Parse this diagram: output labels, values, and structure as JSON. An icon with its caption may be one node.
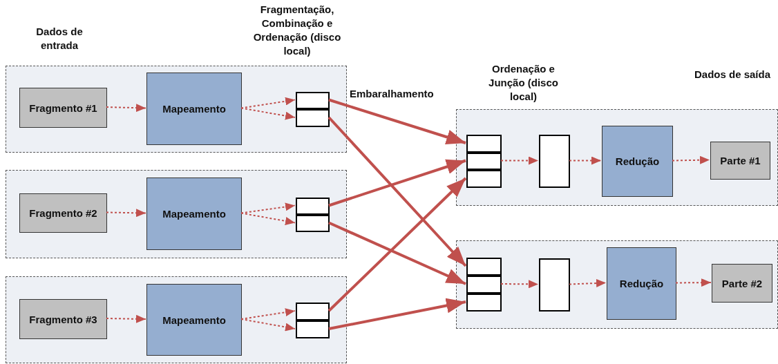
{
  "diagram": {
    "nodes": [
      {
        "text": [],
        "shape": "box"
      },
      {
        "text": [
          "Fragmento #1"
        ],
        "in": 0
      },
      {
        "text": [
          "Mapeamento"
        ],
        "in": 0
      },
      {
        "text": [],
        "shape": "box",
        "in": 0
      },
      {
        "text": [],
        "shape": "box",
        "in": 0
      },
      {
        "text": [],
        "shape": "box"
      },
      {
        "text": [
          "Fragmento #2"
        ],
        "in": 5
      },
      {
        "text": [
          "Mapeamento"
        ],
        "in": 5
      },
      {
        "text": [],
        "shape": "box",
        "in": 5
      },
      {
        "text": [],
        "shape": "box",
        "in": 5
      },
      {
        "text": [],
        "shape": "box"
      },
      {
        "text": [
          "Fragmento #3"
        ],
        "in": 10
      },
      {
        "text": [
          "Mapeamento"
        ],
        "in": 10
      },
      {
        "text": [],
        "shape": "box",
        "in": 10
      },
      {
        "text": [],
        "shape": "box",
        "in": 10
      },
      {
        "text": [],
        "shape": "box"
      },
      {
        "text": [],
        "shape": "box",
        "in": 15
      },
      {
        "text": [],
        "shape": "box",
        "in": 15
      },
      {
        "text": [],
        "shape": "box",
        "in": 15
      },
      {
        "text": [],
        "shape": "box",
        "in": 15
      },
      {
        "text": [
          "Redução"
        ],
        "in": 15
      },
      {
        "text": [
          "Parte #1"
        ],
        "in": 15
      },
      {
        "text": [],
        "shape": "box"
      },
      {
        "text": [],
        "shape": "box",
        "in": 22
      },
      {
        "text": [],
        "shape": "box",
        "in": 22
      },
      {
        "text": [],
        "shape": "box",
        "in": 22
      },
      {
        "text": [],
        "shape": "box",
        "in": 22
      },
      {
        "text": [
          "Redução"
        ],
        "in": 22
      },
      {
        "text": [
          "Parte #2"
        ],
        "in": 22
      }
    ],
    "edges": [
      {
        "from": 1,
        "to": 2,
        "arrow": "to",
        "style": "dashed"
      },
      {
        "from": 2,
        "to": 3,
        "arrow": "to",
        "style": "dashed"
      },
      {
        "from": 2,
        "to": 4,
        "arrow": "to",
        "style": "dashed"
      },
      {
        "from": 6,
        "to": 7,
        "arrow": "to",
        "style": "dashed"
      },
      {
        "from": 7,
        "to": 8,
        "arrow": "to",
        "style": "dashed"
      },
      {
        "from": 7,
        "to": 9,
        "arrow": "to",
        "style": "dashed"
      },
      {
        "from": 11,
        "to": 12,
        "arrow": "to",
        "style": "dashed"
      },
      {
        "from": 12,
        "to": 13,
        "arrow": "to",
        "style": "dashed"
      },
      {
        "from": 12,
        "to": 14,
        "arrow": "to",
        "style": "dashed"
      },
      {
        "from": 3,
        "to": 16,
        "arrow": "to",
        "style": "thick"
      },
      {
        "from": 4,
        "to": 23,
        "arrow": "to",
        "style": "thick"
      },
      {
        "from": 8,
        "to": 17,
        "arrow": "to",
        "style": "thick"
      },
      {
        "from": 9,
        "to": 24,
        "arrow": "to",
        "style": "thick"
      },
      {
        "from": 13,
        "to": 18,
        "arrow": "to",
        "style": "thick"
      },
      {
        "from": 14,
        "to": 25,
        "arrow": "to",
        "style": "thick"
      },
      {
        "from": 17,
        "to": 19,
        "arrow": "to",
        "style": "dashed"
      },
      {
        "from": 19,
        "to": 20,
        "arrow": "to",
        "style": "dashed"
      },
      {
        "from": 20,
        "to": 21,
        "arrow": "to",
        "style": "dashed"
      },
      {
        "from": 24,
        "to": 26,
        "arrow": "to",
        "style": "dashed"
      },
      {
        "from": 26,
        "to": 27,
        "arrow": "to",
        "style": "dashed"
      },
      {
        "from": 27,
        "to": 28,
        "arrow": "to",
        "style": "dashed"
      }
    ],
    "labels": [
      "Dados de entrada",
      "Fragmentação, Combinação e Ordenação (disco local)",
      "Embaralhamento",
      "Ordenação e Junção (disco local)",
      "Dados de saída"
    ]
  }
}
